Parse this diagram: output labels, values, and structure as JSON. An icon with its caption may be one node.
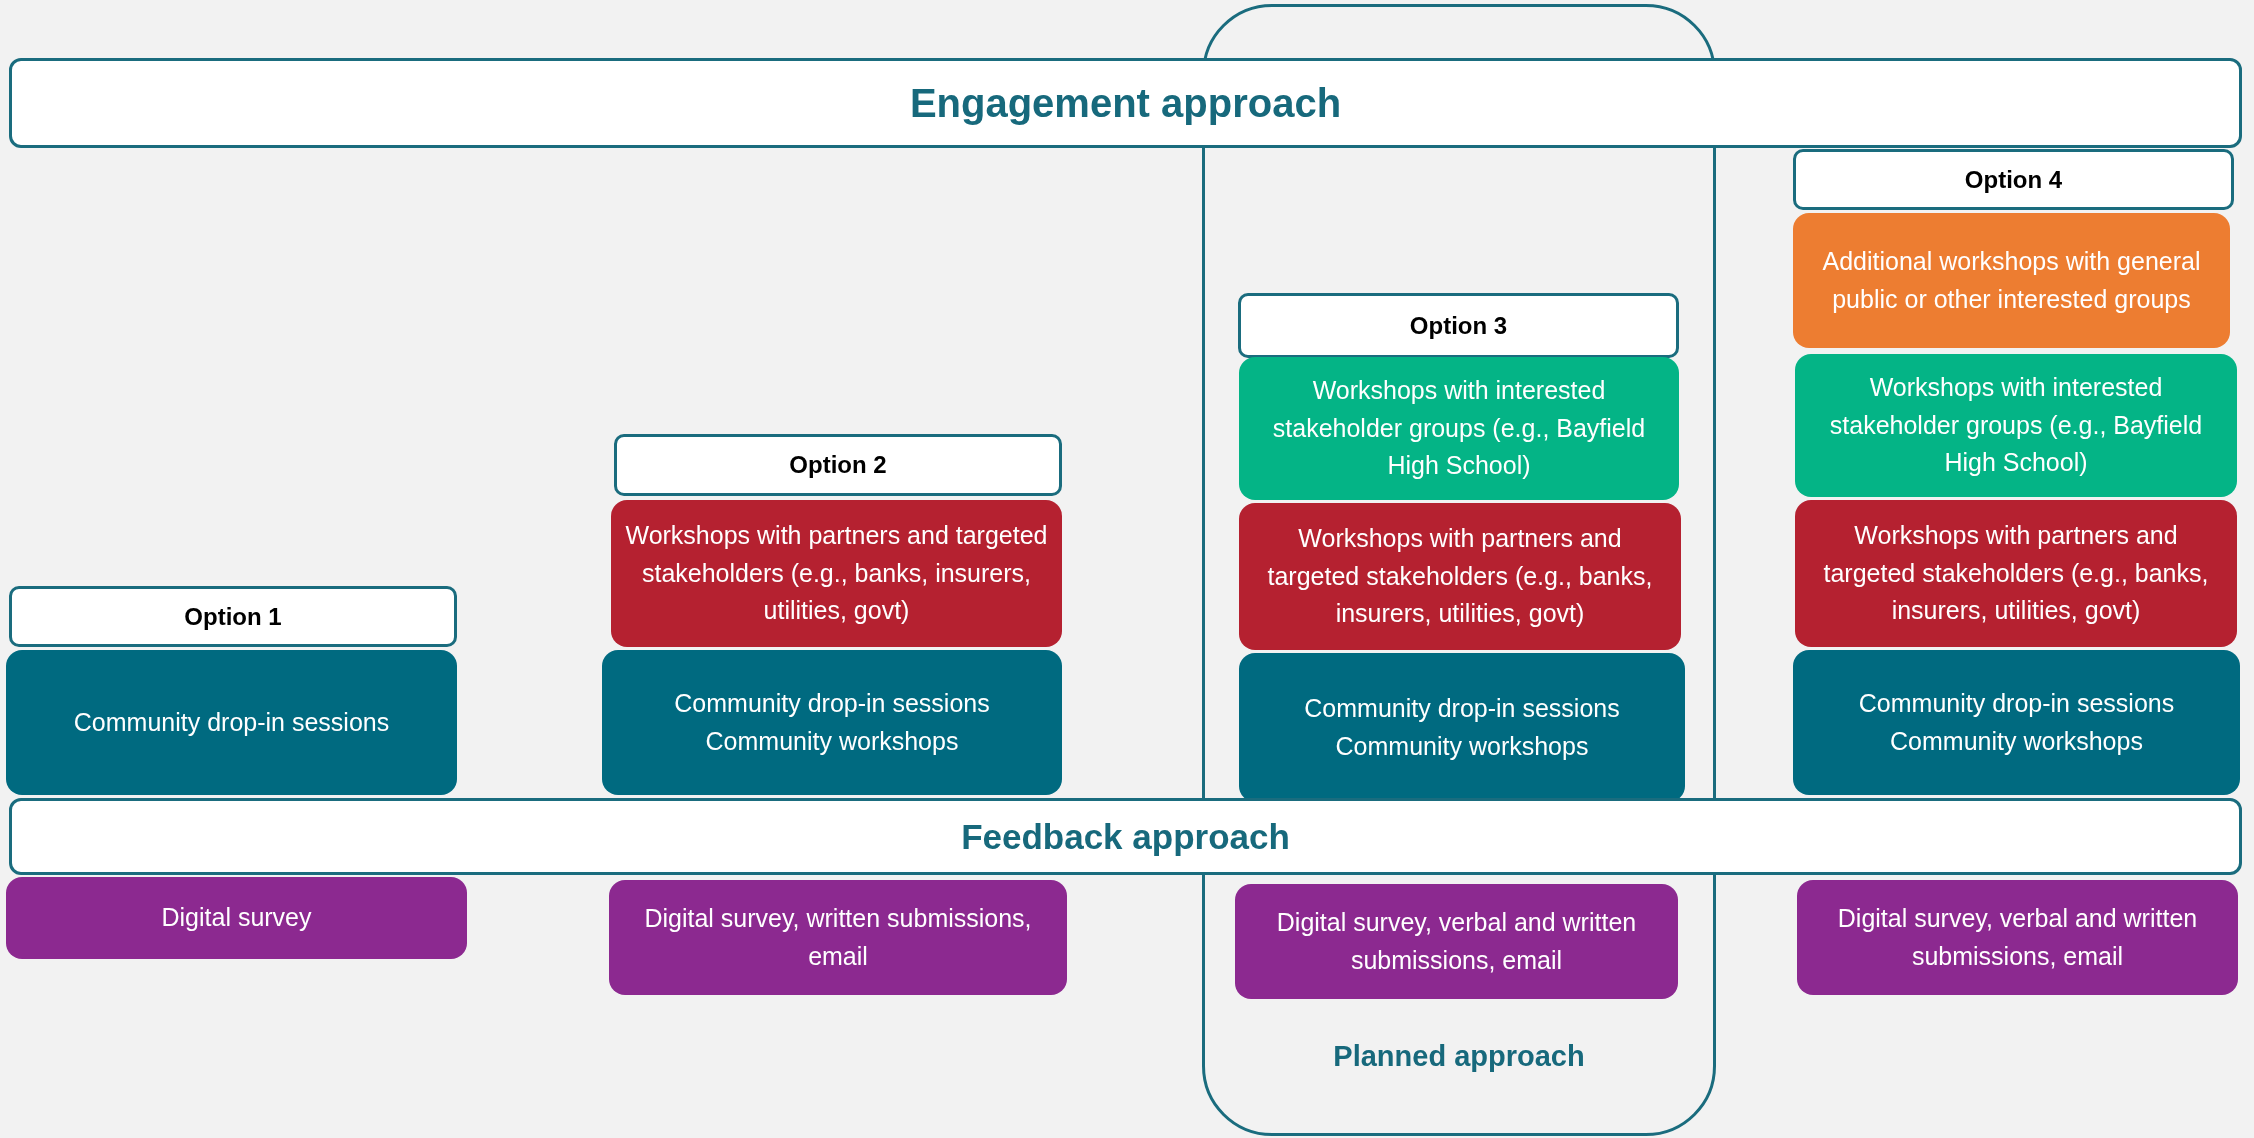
{
  "diagram": {
    "nodes": [
      {
        "text": [
          "Engagement approach"
        ]
      },
      {
        "text": [
          "Planned approach"
        ]
      },
      {
        "text": [
          "Option 4"
        ]
      },
      {
        "text": [
          "Additional workshops with general public or other interested groups"
        ]
      },
      {
        "text": [
          "Option 3"
        ],
        "in": 1
      },
      {
        "text": [
          "Workshops with interested stakeholder groups (e.g., Bayfield High School)"
        ],
        "in": 1
      },
      {
        "text": [
          "Workshops with interested stakeholder groups (e.g., Bayfield High School)"
        ]
      },
      {
        "text": [
          "Option 2"
        ]
      },
      {
        "text": [
          "Workshops with partners and targeted stakeholders (e.g., banks, insurers, utilities, govt)"
        ]
      },
      {
        "text": [
          "Workshops with partners and targeted stakeholders (e.g., banks, insurers, utilities, govt)"
        ],
        "in": 1
      },
      {
        "text": [
          "Workshops with partners and targeted stakeholders (e.g., banks, insurers, utilities, govt)"
        ]
      },
      {
        "text": [
          "Option 1"
        ]
      },
      {
        "text": [
          "Community drop-in sessions"
        ]
      },
      {
        "text": [
          "Community drop-in sessions Community workshops"
        ]
      },
      {
        "text": [
          "Community drop-in sessions Community workshops"
        ],
        "in": 1
      },
      {
        "text": [
          "Community drop-in sessions Community workshops"
        ]
      },
      {
        "text": [
          "Feedback approach"
        ]
      },
      {
        "text": [
          "Digital survey"
        ]
      },
      {
        "text": [
          "Digital survey, written submissions, email"
        ]
      },
      {
        "text": [
          "Digital survey, verbal and written submissions, email"
        ],
        "in": 1
      },
      {
        "text": [
          "Digital survey, verbal and written submissions, email"
        ]
      }
    ]
  }
}
